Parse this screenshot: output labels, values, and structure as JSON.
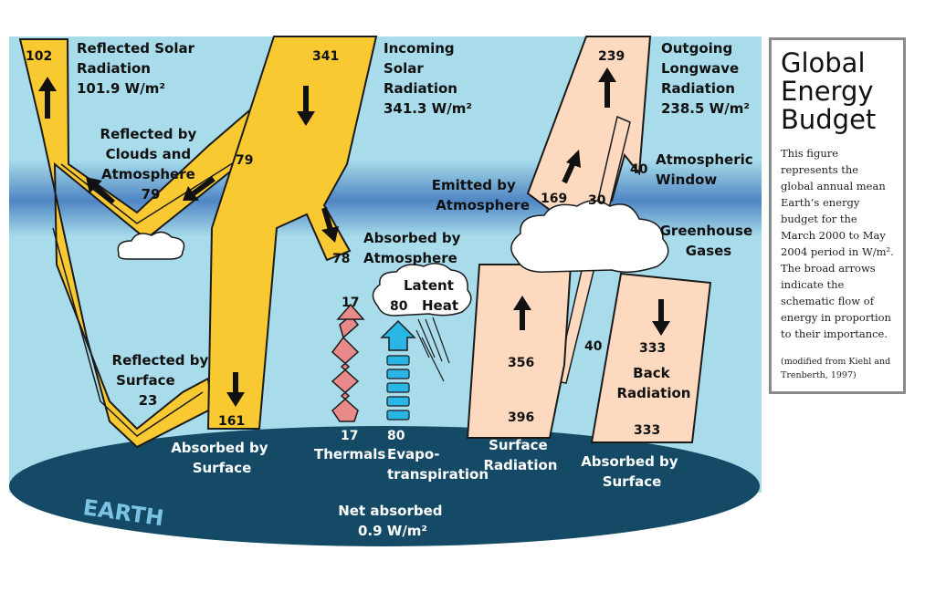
{
  "sidebar": {
    "title_lines": [
      "Global",
      "Energy",
      "Budget"
    ],
    "description": "This figure represents the global annual mean Earth’s energy budget for the March 2000 to May 2004 period in W/m². The broad arrows indicate the schematic flow of energy in proportion to their importance.",
    "source": "(modified from Kiehl and Trenberth, 1997)"
  },
  "values": {
    "reflected_solar": "102",
    "incoming": "341",
    "outgoing": "239",
    "clouds": "79",
    "absorbed_atm": "78",
    "absorbed_surface_solar": "161",
    "emitted_atm": "169",
    "window_inner": "30",
    "window_top": "40",
    "window_low": "40",
    "surface_up": "356",
    "surface_bottom": "396",
    "back_top": "333",
    "back_bottom": "333",
    "thermals_top": "17",
    "thermals_bottom": "17",
    "latent_top": "80",
    "evapo_bottom": "80",
    "reflected_surface": "23"
  },
  "labels": {
    "reflected_solar": [
      "Reflected Solar",
      "Radiation",
      "101.9 W/m²"
    ],
    "incoming": [
      "Incoming",
      "Solar",
      "Radiation",
      "341.3 W/m²"
    ],
    "outgoing": [
      "Outgoing",
      "Longwave",
      "Radiation",
      "238.5 W/m²"
    ],
    "reflected_clouds": [
      "Reflected by",
      "Clouds and",
      "Atmosphere",
      "79"
    ],
    "absorbed_atm": [
      "Absorbed by",
      "Atmosphere"
    ],
    "emitted_atm": [
      "Emitted by",
      "Atmosphere"
    ],
    "window": [
      "Atmospheric",
      "Window"
    ],
    "greenhouse": [
      "Greenhouse",
      "Gases"
    ],
    "latent": [
      "Latent",
      "Heat"
    ],
    "reflected_surface": [
      "Reflected by",
      "Surface",
      "23"
    ],
    "back_radiation": [
      "Back",
      "Radiation"
    ],
    "absorbed_surface_left": [
      "Absorbed by",
      "Surface"
    ],
    "thermals": "Thermals",
    "evapo": [
      "Evapo-",
      "transpiration"
    ],
    "surface_rad": [
      "Surface",
      "Radiation"
    ],
    "absorbed_surface_right": [
      "Absorbed by",
      "Surface"
    ],
    "earth": "EARTH",
    "net_absorbed": [
      "Net absorbed",
      "0.9 W/m²"
    ]
  },
  "colors": {
    "sky": "#a8dcea",
    "band": "#4f86c4",
    "solar": "#f9c932",
    "longwave": "#fdd9bf",
    "earth": "#144a66",
    "thermals": "#e88a8a",
    "evapo": "#29b6e4"
  }
}
